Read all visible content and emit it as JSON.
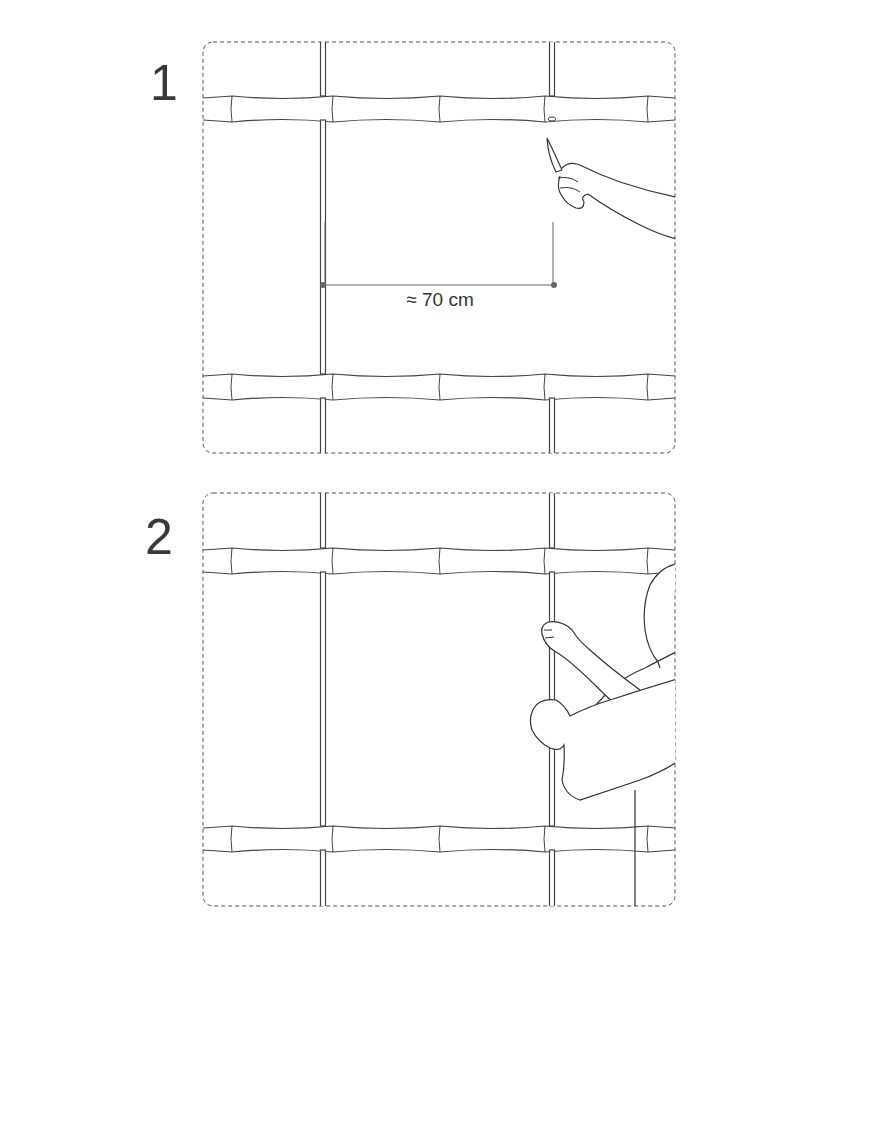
{
  "diagram": {
    "labels": [
      "1",
      "2",
      "≈ 70 cm"
    ]
  }
}
